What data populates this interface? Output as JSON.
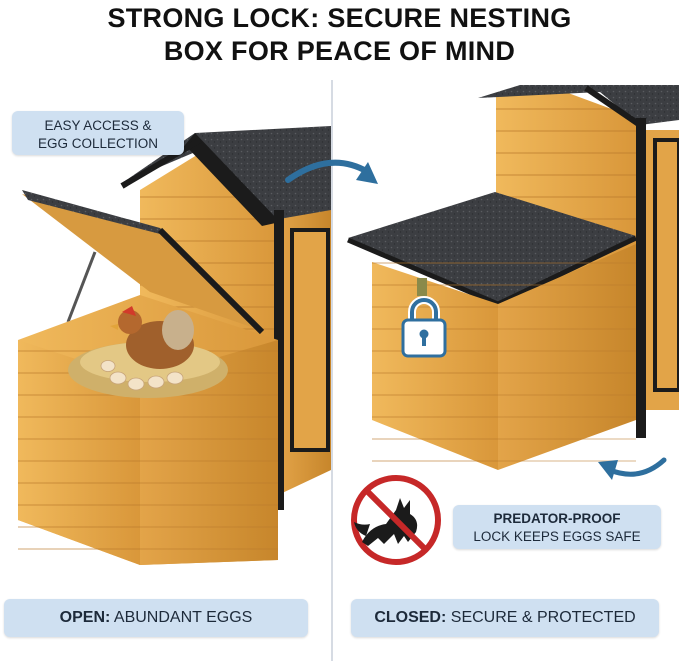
{
  "header": {
    "title_line1": "STRONG LOCK: SECURE NESTING",
    "title_line2": "BOX FOR PEACE OF MIND"
  },
  "callouts": {
    "easy_access_line1": "EASY ACCESS &",
    "easy_access_line2": "EGG COLLECTION",
    "predator_line1": "PREDATOR-PROOF",
    "predator_line2": "LOCK KEEPS EGGS SAFE"
  },
  "captions": {
    "open_strong": "OPEN:",
    "open_rest": "ABUNDANT EGGS",
    "closed_strong": "CLOSED:",
    "closed_rest": "SECURE & PROTECTED"
  },
  "colors": {
    "wood_light": "#e6a94a",
    "wood_dark": "#c98a2c",
    "frame": "#1b1b1b",
    "roof": "#3b3d40",
    "pill_bg": "#cfe0f1",
    "arrow": "#2e6f9e",
    "prohibit_red": "#c62828",
    "lock_blue": "#2f6f9f"
  },
  "icons": [
    "curved-arrow-icon",
    "lock-icon",
    "no-fox-icon"
  ]
}
